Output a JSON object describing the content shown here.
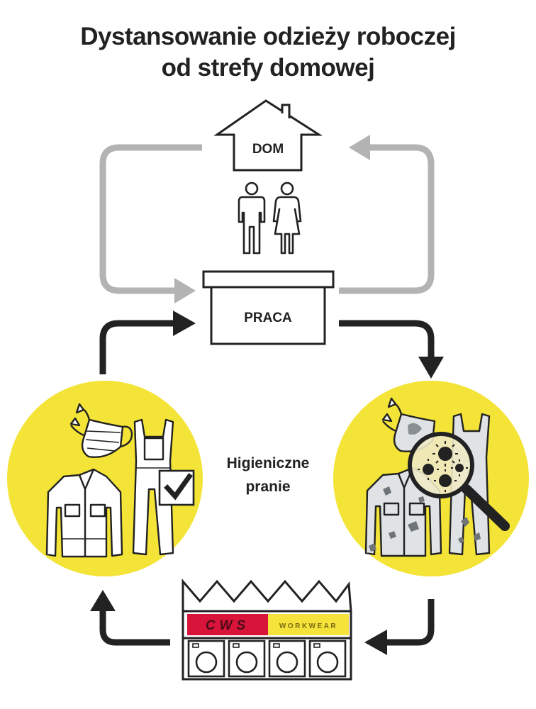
{
  "title": {
    "line1": "Dystansowanie odzieży roboczej",
    "line2": "od strefy domowej"
  },
  "nodes": {
    "home": "DOM",
    "work": "PRACA",
    "laundry": {
      "line1": "Higieniczne",
      "line2": "pranie"
    },
    "factory": {
      "brand": "CWS",
      "sub": "WORKWEAR"
    }
  },
  "colors": {
    "yellow": "#f3e437",
    "grey_arrow": "#b3b3b3",
    "dark": "#222222",
    "brand_red": "#d8143a",
    "factory_yellow": "#f5e33b"
  },
  "icons": [
    "house-icon",
    "man-icon",
    "woman-icon",
    "box-icon",
    "mask-icon",
    "jacket-icon",
    "overalls-icon",
    "checkmark-icon",
    "magnifier-icon",
    "virus-icon",
    "factory-icon",
    "washing-machine-icon"
  ]
}
